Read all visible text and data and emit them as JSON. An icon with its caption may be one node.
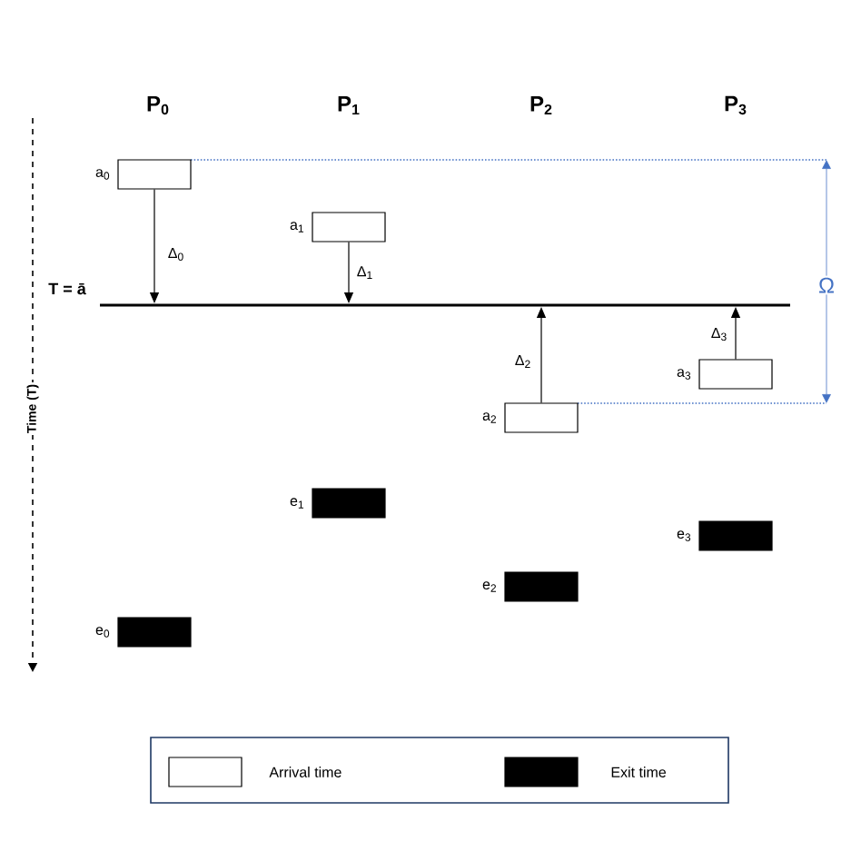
{
  "diagram": {
    "nodes": [
      {
        "text": [],
        "shape": "box",
        "beside": [
          "a$_{0}$"
        ]
      },
      {
        "text": [],
        "shape": "box",
        "beside": [
          "a$_{1}$"
        ]
      },
      {
        "text": [],
        "shape": "box",
        "beside": [
          "a$_{2}$"
        ]
      },
      {
        "text": [],
        "shape": "box",
        "beside": [
          "a$_{3}$"
        ]
      },
      {
        "text": [],
        "shape": "bar",
        "beside": [
          "T = ā"
        ]
      },
      {
        "text": [],
        "shape": "box",
        "beside": [
          "e$_{0}$"
        ]
      },
      {
        "text": [],
        "shape": "box",
        "beside": [
          "e$_{1}$"
        ]
      },
      {
        "text": [],
        "shape": "box",
        "beside": [
          "e$_{2}$"
        ]
      },
      {
        "text": [],
        "shape": "box",
        "beside": [
          "e$_{3}$"
        ]
      }
    ],
    "edges": [
      {
        "from": 0,
        "to": 4,
        "arrow": "to",
        "label": "Δ$_{0}$"
      },
      {
        "from": 1,
        "to": 4,
        "arrow": "to",
        "label": "Δ$_{1}$"
      },
      {
        "from": 2,
        "to": 4,
        "arrow": "to",
        "label": "Δ$_{2}$"
      },
      {
        "from": 3,
        "to": 4,
        "arrow": "to",
        "label": "Δ$_{3}$"
      }
    ],
    "labels": [
      "P$_{0}$",
      "P$_{1}$",
      "P$_{2}$",
      "P$_{3}$",
      "Ω",
      "Time (T)"
    ],
    "legend": [
      {
        "text": "Arrival time"
      },
      {
        "text": "Exit time",
        "color": "#000000"
      }
    ]
  }
}
